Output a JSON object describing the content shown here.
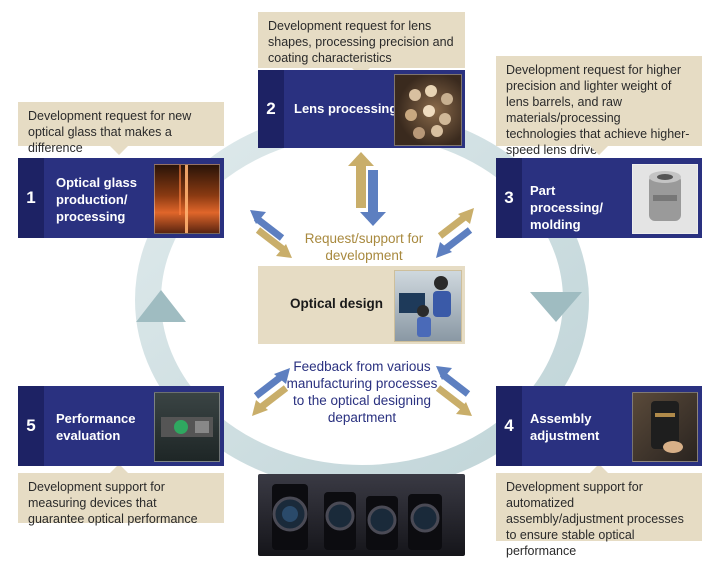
{
  "steps": [
    {
      "num": "1",
      "title": "Optical glass production/ processing",
      "note": "Development request for new optical glass that makes a difference"
    },
    {
      "num": "2",
      "title": "Lens processing",
      "note": "Development request for lens shapes, processing precision and coating characteristics"
    },
    {
      "num": "3",
      "title": "Part processing/ molding",
      "note": "Development request for higher precision and lighter weight of lens barrels, and raw materials/processing technologies that achieve higher-speed lens drive"
    },
    {
      "num": "4",
      "title": "Assembly adjustment",
      "note": "Development support for automatized assembly/adjustment processes to ensure stable optical performance"
    },
    {
      "num": "5",
      "title": "Performance evaluation",
      "note": "Development support for measuring devices that guarantee optical performance"
    }
  ],
  "center": {
    "design_label": "Optical design",
    "request_text": "Request/support for development",
    "feedback_text": "Feedback from various manufacturing processes to the optical designing department"
  },
  "colors": {
    "navy": "#2a3180",
    "tan": "#e6dcc4",
    "gold": "#a8893e",
    "ring": "#c9dadc",
    "feedback": "#2a3180"
  }
}
